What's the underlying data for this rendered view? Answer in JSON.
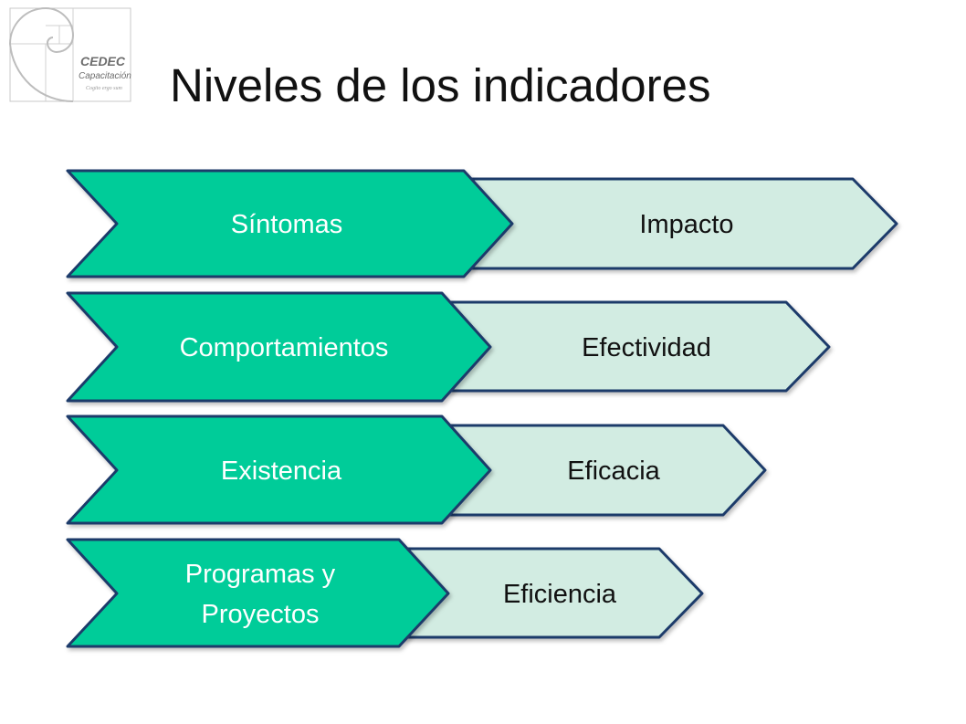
{
  "title": "Niveles de los indicadores",
  "logo": {
    "name": "CEDEC",
    "subtitle": "Capacitación",
    "tagline": "Cogito ergo sum"
  },
  "rows": [
    {
      "left": [
        "Síntomas"
      ],
      "right": "Impacto"
    },
    {
      "left": [
        "Comportamientos"
      ],
      "right": "Efectividad"
    },
    {
      "left": [
        "Existencia"
      ],
      "right": "Eficacia"
    },
    {
      "left": [
        "Programas y",
        "Proyectos"
      ],
      "right": "Eficiencia"
    }
  ],
  "colors": {
    "left_fill": "#00cc99",
    "right_fill": "#d2ece2",
    "outline": "#1f3a6b",
    "title": "#111111"
  }
}
